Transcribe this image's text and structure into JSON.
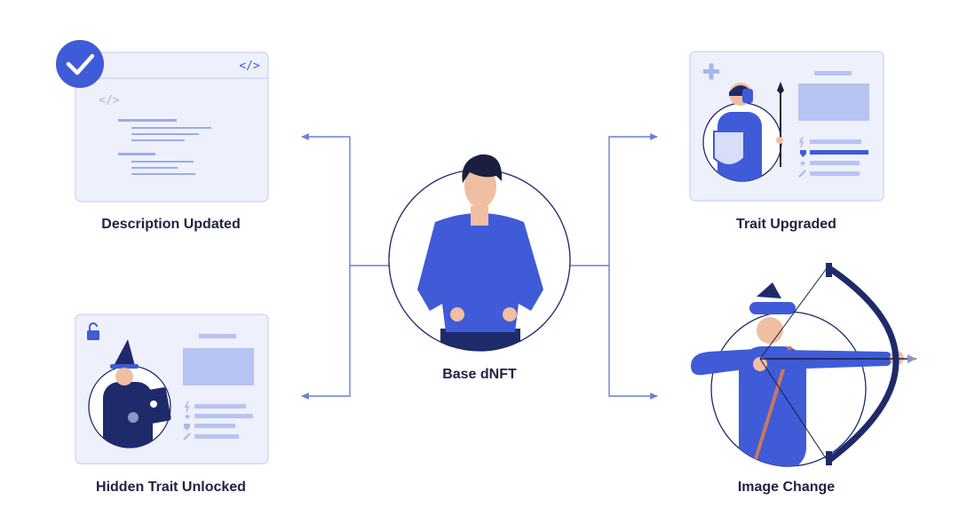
{
  "diagram": {
    "center_label": "Base dNFT",
    "nodes": [
      {
        "id": "description",
        "label": "Description Updated",
        "icon": "code-brackets-icon",
        "badge": "checkmark-badge"
      },
      {
        "id": "trait",
        "label": "Trait Upgraded",
        "icon": "plus-icon",
        "character": "knight-with-spear"
      },
      {
        "id": "hidden",
        "label": "Hidden Trait Unlocked",
        "icon": "lock-icon",
        "character": "wizard"
      },
      {
        "id": "image",
        "label": "Image Change",
        "character": "archer-with-bow"
      }
    ],
    "code_symbol": "</>",
    "colors": {
      "primary": "#3f5bd8",
      "card_bg": "#eef1fb",
      "card_border": "#c9d1f2",
      "line": "#6a7fd6",
      "pale_bar": "#b7c3f1",
      "skin": "#f0bfa1",
      "dark": "#1b1f3f",
      "navy": "#1f2a6b"
    }
  }
}
